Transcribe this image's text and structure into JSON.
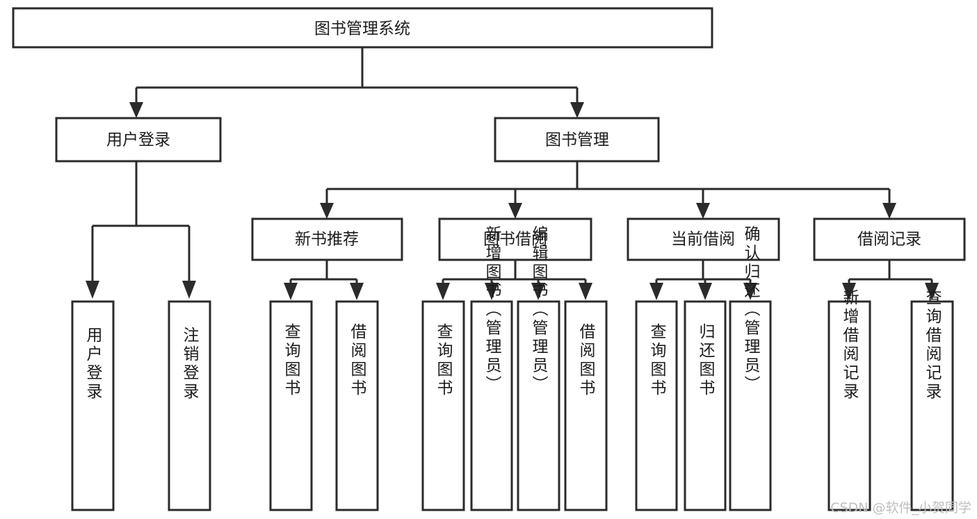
{
  "diagram": {
    "type": "tree-hierarchy-chart",
    "title": "图书管理系统",
    "orientation": "top-down",
    "colors": {
      "box_stroke": "#2b2b2b",
      "box_fill": "#ffffff",
      "connector": "#2b2b2b",
      "text": "#1c1c1c",
      "background": "#ffffff",
      "watermark": "#bfbfbf"
    },
    "levels": [
      {
        "level": 1,
        "nodes": [
          {
            "id": "root",
            "label": "图书管理系统"
          }
        ]
      },
      {
        "level": 2,
        "nodes": [
          {
            "id": "user-login",
            "label": "用户登录",
            "parent": "root"
          },
          {
            "id": "book-manage",
            "label": "图书管理",
            "parent": "root"
          }
        ]
      },
      {
        "level": 3,
        "nodes": [
          {
            "id": "new-book-recommend",
            "label": "新书推荐",
            "parent": "book-manage"
          },
          {
            "id": "book-borrow",
            "label": "图书借阅",
            "parent": "book-manage"
          },
          {
            "id": "current-borrow",
            "label": "当前借阅",
            "parent": "book-manage"
          },
          {
            "id": "borrow-record",
            "label": "借阅记录",
            "parent": "book-manage"
          }
        ]
      },
      {
        "level": 4,
        "nodes": [
          {
            "id": "leaf-user-login",
            "label": "用户登录",
            "parent": "user-login"
          },
          {
            "id": "leaf-logout",
            "label": "注销登录",
            "parent": "user-login"
          },
          {
            "id": "leaf-query-book-1",
            "label": "查询图书",
            "parent": "new-book-recommend"
          },
          {
            "id": "leaf-borrow-book-1",
            "label": "借阅图书",
            "parent": "new-book-recommend"
          },
          {
            "id": "leaf-query-book-2",
            "label": "查询图书",
            "parent": "book-borrow"
          },
          {
            "id": "leaf-add-book",
            "label": "新增图书（管理员）",
            "parent": "book-borrow"
          },
          {
            "id": "leaf-edit-book",
            "label": "编辑图书（管理员）",
            "parent": "book-borrow"
          },
          {
            "id": "leaf-borrow-book-2",
            "label": "借阅图书",
            "parent": "book-borrow"
          },
          {
            "id": "leaf-query-book-3",
            "label": "查询图书",
            "parent": "current-borrow"
          },
          {
            "id": "leaf-return-book",
            "label": "归还图书",
            "parent": "current-borrow"
          },
          {
            "id": "leaf-confirm-return",
            "label": "确认归还（管理员）",
            "parent": "current-borrow"
          },
          {
            "id": "leaf-add-record",
            "label": "新增借阅记录",
            "parent": "borrow-record"
          },
          {
            "id": "leaf-query-record",
            "label": "查询借阅记录",
            "parent": "borrow-record"
          }
        ]
      }
    ]
  },
  "watermark": {
    "text": "CSDN @软件_小贺同学"
  }
}
